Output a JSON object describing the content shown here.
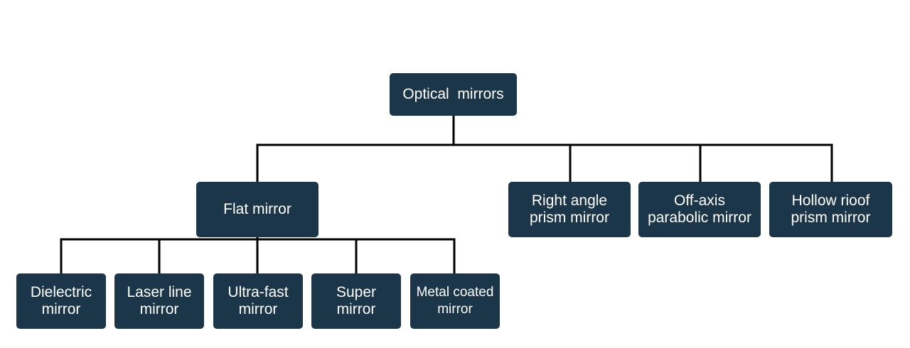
{
  "diagram": {
    "root": {
      "label": "Optical  mirrors"
    },
    "level1": [
      {
        "lines": [
          "Flat mirror"
        ]
      },
      {
        "lines": [
          "Right angle",
          "prism mirror"
        ]
      },
      {
        "lines": [
          "Off-axis",
          "parabolic mirror"
        ]
      },
      {
        "lines": [
          "Hollow rioof",
          "prism mirror"
        ]
      }
    ],
    "flat_children": [
      {
        "lines": [
          "Dielectric",
          "mirror"
        ]
      },
      {
        "lines": [
          "Laser line",
          "mirror"
        ]
      },
      {
        "lines": [
          "Ultra-fast",
          "mirror"
        ]
      },
      {
        "lines": [
          "Super",
          "mirror"
        ]
      },
      {
        "lines": [
          "Metal coated",
          "mirror"
        ]
      }
    ],
    "colors": {
      "node_fill": "#1c3649",
      "node_text": "#ffffff",
      "connector": "#000000",
      "background": "#ffffff"
    }
  }
}
